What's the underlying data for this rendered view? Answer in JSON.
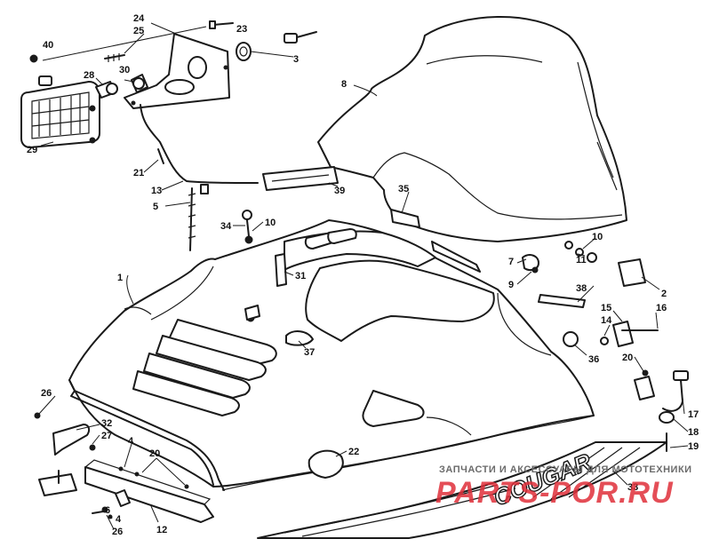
{
  "callouts": [
    {
      "id": "c1",
      "label": "1"
    },
    {
      "id": "c2",
      "label": "2"
    },
    {
      "id": "c3",
      "label": "3"
    },
    {
      "id": "c4a",
      "label": "4"
    },
    {
      "id": "c4b",
      "label": "4"
    },
    {
      "id": "c5",
      "label": "5"
    },
    {
      "id": "c6",
      "label": "6"
    },
    {
      "id": "c7",
      "label": "7"
    },
    {
      "id": "c8",
      "label": "8"
    },
    {
      "id": "c9",
      "label": "9"
    },
    {
      "id": "c10a",
      "label": "10"
    },
    {
      "id": "c10b",
      "label": "10"
    },
    {
      "id": "c11",
      "label": "11"
    },
    {
      "id": "c12",
      "label": "12"
    },
    {
      "id": "c13",
      "label": "13"
    },
    {
      "id": "c14",
      "label": "14"
    },
    {
      "id": "c15",
      "label": "15"
    },
    {
      "id": "c16",
      "label": "16"
    },
    {
      "id": "c17",
      "label": "17"
    },
    {
      "id": "c18",
      "label": "18"
    },
    {
      "id": "c19",
      "label": "19"
    },
    {
      "id": "c20a",
      "label": "20"
    },
    {
      "id": "c20b",
      "label": "20"
    },
    {
      "id": "c21",
      "label": "21"
    },
    {
      "id": "c22",
      "label": "22"
    },
    {
      "id": "c23",
      "label": "23"
    },
    {
      "id": "c24",
      "label": "24"
    },
    {
      "id": "c25",
      "label": "25"
    },
    {
      "id": "c26a",
      "label": "26"
    },
    {
      "id": "c26b",
      "label": "26"
    },
    {
      "id": "c27",
      "label": "27"
    },
    {
      "id": "c28",
      "label": "28"
    },
    {
      "id": "c29",
      "label": "29"
    },
    {
      "id": "c30",
      "label": "30"
    },
    {
      "id": "c31",
      "label": "31"
    },
    {
      "id": "c32",
      "label": "32"
    },
    {
      "id": "c33",
      "label": "33"
    },
    {
      "id": "c34",
      "label": "34"
    },
    {
      "id": "c35",
      "label": "35"
    },
    {
      "id": "c36",
      "label": "36"
    },
    {
      "id": "c37",
      "label": "37"
    },
    {
      "id": "c38",
      "label": "38"
    },
    {
      "id": "c39",
      "label": "39"
    },
    {
      "id": "c40",
      "label": "40"
    }
  ],
  "decal": {
    "text": "COUGAR"
  },
  "watermark": {
    "small": "ЗАПЧАСТИ И АКСЕССУАРЫ ДЛЯ МОТОТЕХНИКИ",
    "big": "PARTS-POR.RU"
  },
  "colors": {
    "ink": "#1a1a1a",
    "watermark_red": "#e0303a",
    "background": "#ffffff"
  }
}
